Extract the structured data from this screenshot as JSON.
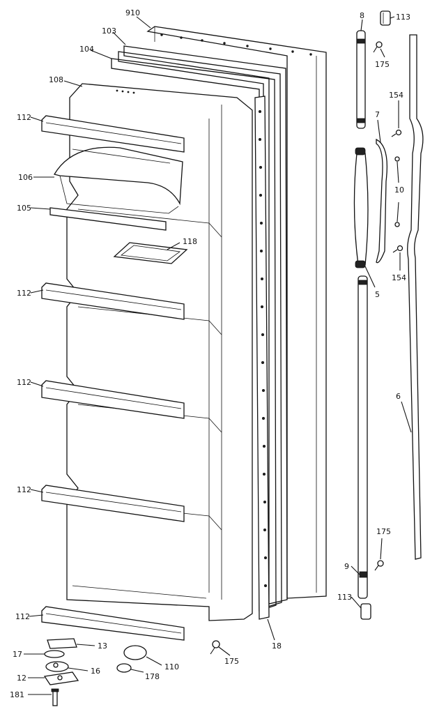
{
  "diagram": {
    "callouts": [
      "910",
      "103",
      "104",
      "108",
      "112",
      "106",
      "105",
      "118",
      "112",
      "112",
      "112",
      "112",
      "8",
      "113",
      "175",
      "154",
      "7",
      "10",
      "154",
      "5",
      "6",
      "175",
      "9",
      "113",
      "13",
      "17",
      "16",
      "12",
      "181",
      "110",
      "178",
      "175",
      "18"
    ]
  }
}
